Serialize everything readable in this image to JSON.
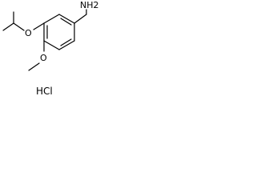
{
  "molecule": {
    "amine_label": "NH2",
    "ether_oxygen_label": "O",
    "methoxy_oxygen_label": "O",
    "salt_label": "HCl"
  }
}
